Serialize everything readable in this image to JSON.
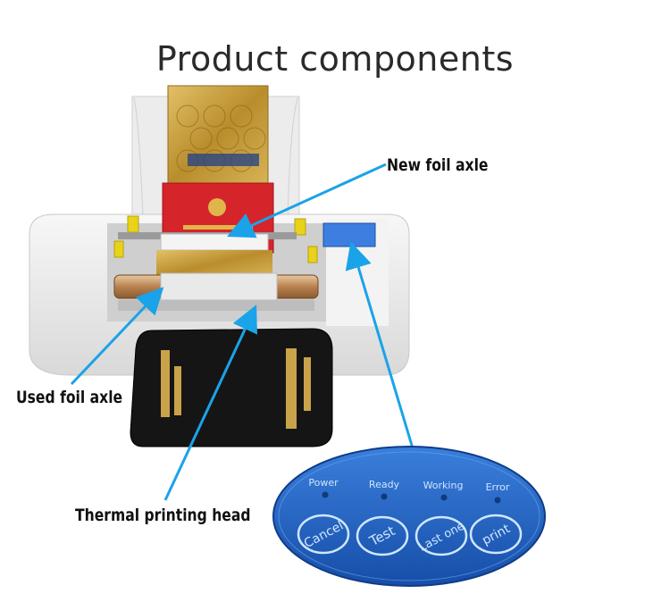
{
  "title": "Product components",
  "callouts": {
    "new_foil_axle": "New foil axle",
    "used_foil_axle": "Used foil axle",
    "thermal_printing_head": "Thermal printing head"
  },
  "control_panel": {
    "indicators": [
      "Power",
      "Ready",
      "Working",
      "Error"
    ],
    "buttons": [
      "Cancel",
      "Test",
      "Last one",
      "print"
    ]
  },
  "colors": {
    "arrow": "#1aa3e8",
    "panel": "#1f5fc0",
    "machine": "#f1f1f1",
    "foil": "#c8a24a"
  }
}
